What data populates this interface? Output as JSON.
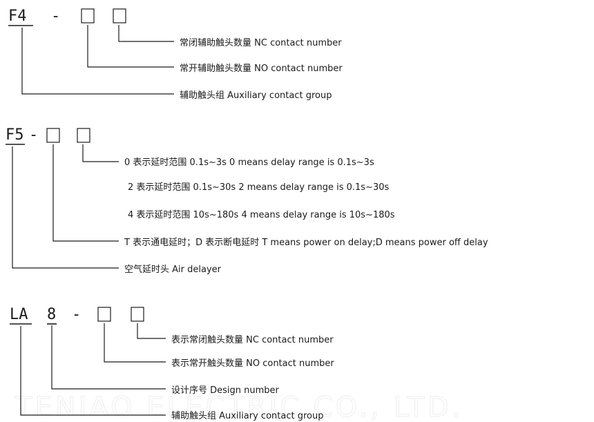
{
  "watermark": "TENIAO ELECTRIC CO., LTD.",
  "group1": {
    "code_letters": "F4",
    "dash": "-",
    "labels": [
      "常闭辅助触头数量  NC contact number",
      "常开辅助触头数量  NO contact number",
      "辅助触头组  Auxiliary contact group"
    ]
  },
  "group2": {
    "code_letters": "F5",
    "dash": "-",
    "labels": [
      "0 表示延时范围 0.1s~3s 0 means delay range is 0.1s~3s",
      "2 表示延时范围 0.1s~30s 2 means delay range is 0.1s~30s",
      "4 表示延时范围 10s~180s 4 means delay range is 10s~180s",
      "T 表示通电延时；D 表示断电延时  T means power on delay;D means power off delay",
      "空气延时头  Air delayer"
    ]
  },
  "group3": {
    "code_letters": "LA",
    "code_number": "8",
    "dash": "-",
    "labels": [
      "表示常闭触头数量  NC contact number",
      "表示常开触头数量  NO contact number",
      "设计序号  Design number",
      "辅助触头组  Auxiliary contact group"
    ]
  }
}
